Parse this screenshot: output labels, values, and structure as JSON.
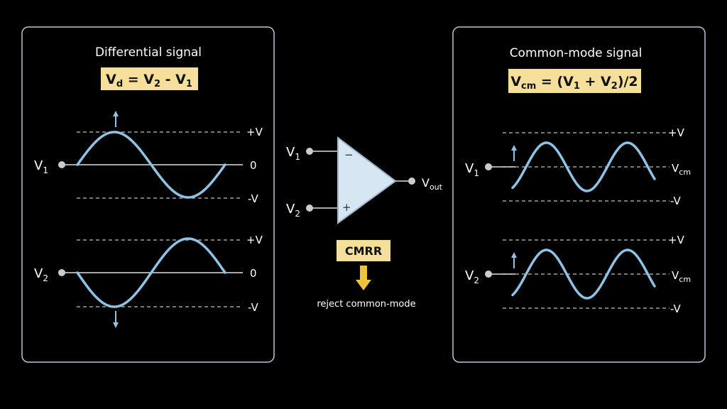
{
  "colors": {
    "background": "#000000",
    "panel_border": "#b8c8dc",
    "wave": "#8ec3e6",
    "label_box": "#f5df9a",
    "arrow_yellow": "#f0c23c",
    "text": "#ffffff",
    "amp_fill": "#d6e6f3",
    "amp_stroke": "#9fb5c8"
  },
  "left_panel": {
    "title": "Differential signal",
    "formula": {
      "main": "V",
      "sub_d": "d",
      "mid": " = V",
      "sub_2": "2",
      "minus": " - V",
      "sub_1": "1"
    },
    "wave1": {
      "name_main": "V",
      "name_sub": "1",
      "top_label": "+V",
      "mid_label": "0",
      "bot_label": "-V"
    },
    "wave2": {
      "name_main": "V",
      "name_sub": "2",
      "top_label": "+V",
      "mid_label": "0",
      "bot_label": "-V"
    }
  },
  "center": {
    "input1": {
      "main": "V",
      "sub": "1"
    },
    "input2": {
      "main": "V",
      "sub": "2"
    },
    "minus_sign": "−",
    "plus_sign": "+",
    "output": {
      "main": "V",
      "sub": "out"
    },
    "cmrr_label": "CMRR",
    "caption": "reject common-mode"
  },
  "right_panel": {
    "title": "Common-mode signal",
    "formula": {
      "main": "V",
      "sub_cm": "cm",
      "mid": " = (V",
      "sub_1": "1",
      "plus": " + V",
      "sub_2": "2",
      "tail": ")/2"
    },
    "wave1": {
      "name_main": "V",
      "name_sub": "1",
      "top_label": "+V",
      "mid_main": "V",
      "mid_sub": "cm",
      "bot_label": "-V"
    },
    "wave2": {
      "name_main": "V",
      "name_sub": "2",
      "top_label": "+V",
      "mid_main": "V",
      "mid_sub": "cm",
      "bot_label": "-V"
    }
  }
}
